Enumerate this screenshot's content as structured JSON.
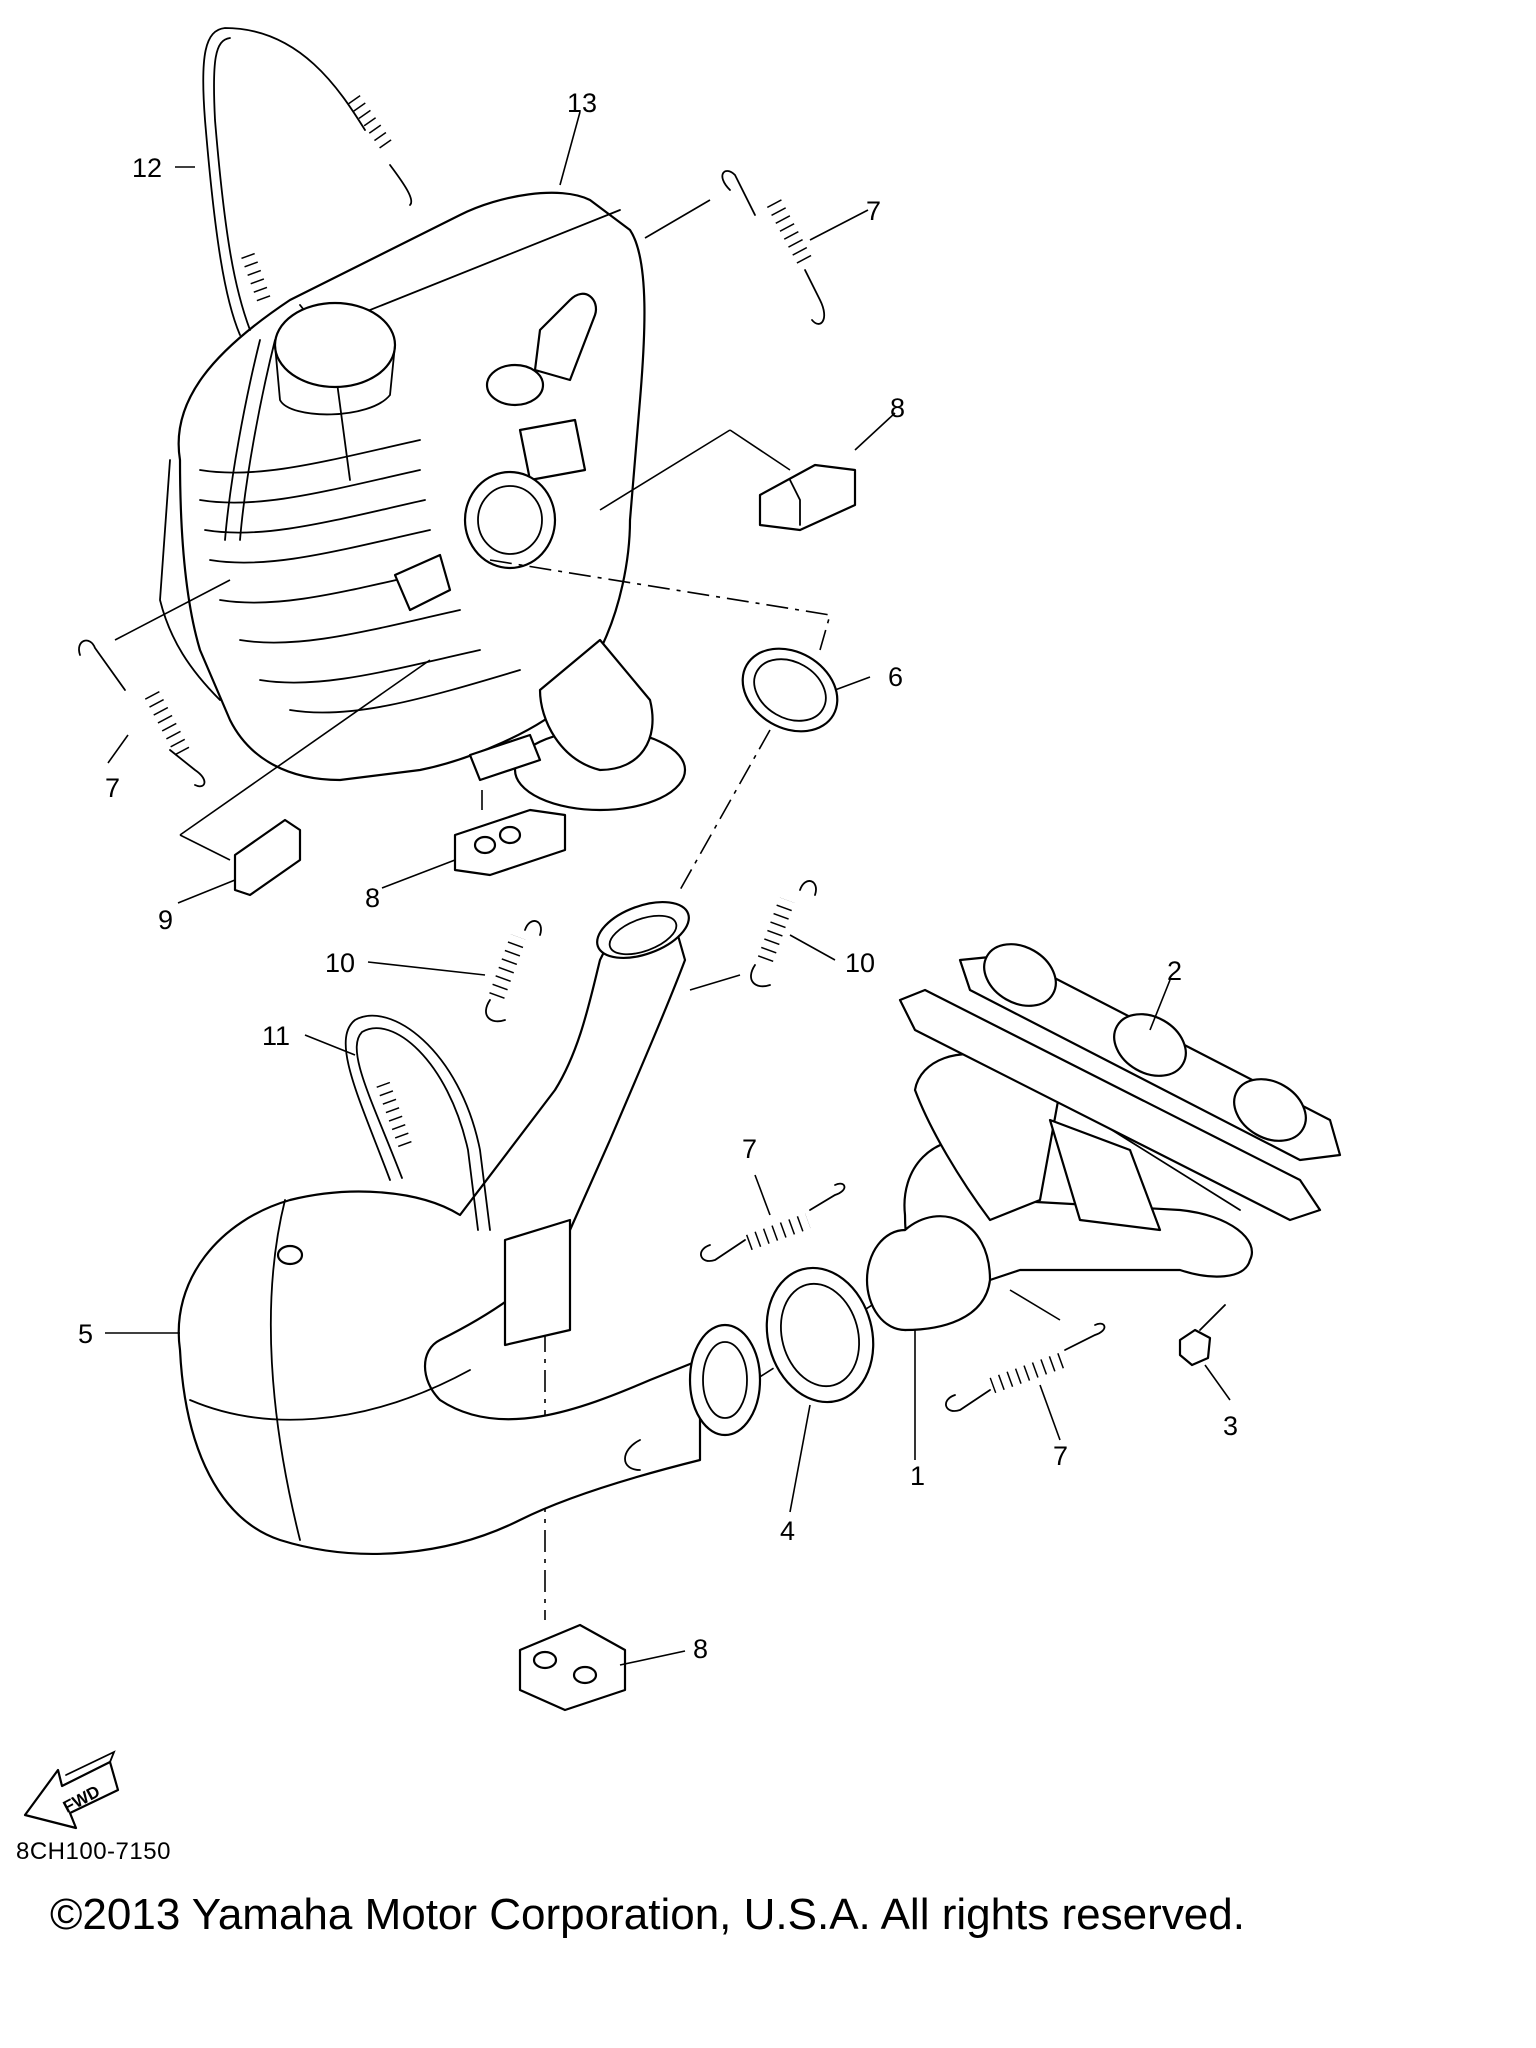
{
  "diagram": {
    "callouts": {
      "c1": "1",
      "c2": "2",
      "c3": "3",
      "c4": "4",
      "c5": "5",
      "c6": "6",
      "c7a": "7",
      "c7b": "7",
      "c7c": "7",
      "c7d": "7",
      "c8a": "8",
      "c8b": "8",
      "c8c": "8",
      "c9": "9",
      "c10a": "10",
      "c10b": "10",
      "c11": "11",
      "c12": "12",
      "c13": "13"
    },
    "fwd_label": "FWD",
    "fwd_icon": "fwd-arrow-icon"
  },
  "footer": {
    "code": "8CH100-7150",
    "copyright": "©2013 Yamaha Motor Corporation, U.S.A. All rights reserved."
  }
}
